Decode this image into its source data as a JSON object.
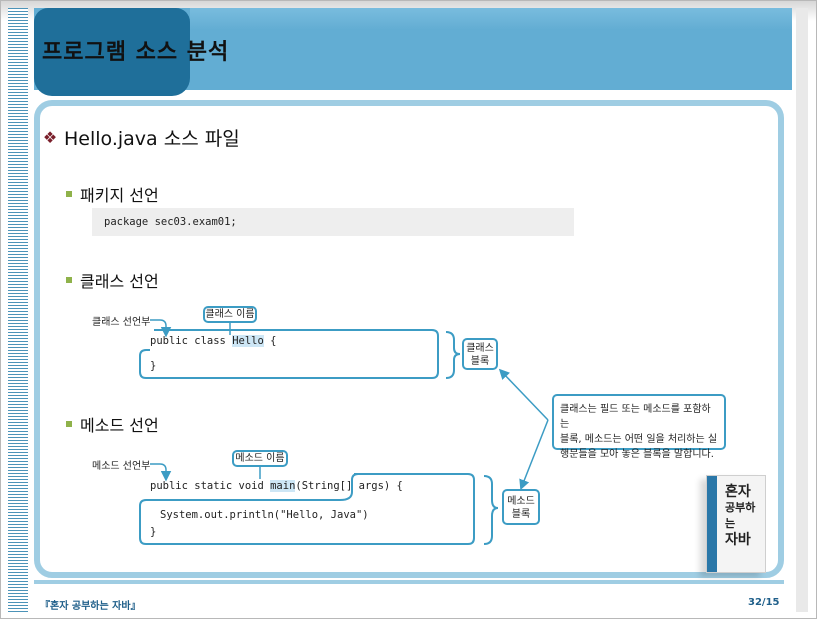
{
  "slide": {
    "title": "프로그램 소스 분석",
    "heading": "Hello.java 소스 파일",
    "sections": {
      "package": {
        "label": "패키지 선언",
        "code": "package sec03.exam01;"
      },
      "class": {
        "label": "클래스 선언",
        "decl_label": "클래스 선언부",
        "name_label": "클래스 이름",
        "block_label_1": "클래스",
        "block_label_2": "블록",
        "code_prefix": "public class ",
        "code_name": "Hello",
        "code_suffix": " {",
        "close": "}"
      },
      "method": {
        "label": "메소드 선언",
        "decl_label": "메소드 선언부",
        "name_label": "메소드 이름",
        "block_label_1": "메소드",
        "block_label_2": "블록",
        "code_prefix": "public static void ",
        "code_name": "main",
        "code_suffix": "(String[] args) {",
        "body": "System.out.println(\"Hello, Java\")",
        "close": "}"
      },
      "note": {
        "line1": "클래스는 필드 또는 메소드를 포함하는",
        "line2": "블록, 메소드는 어떤 일을 처리하는 실",
        "line3": "행문들을 모아 놓은 블록을 말합니다."
      }
    },
    "book": {
      "text1": "혼자",
      "text2": "공부하는",
      "text3": "자바"
    },
    "footer": {
      "left": "『혼자 공부하는 자바』",
      "page": "32/15"
    }
  },
  "colors": {
    "header_dark": "#1f6f9a",
    "header_light": "#62add3",
    "bracket": "#3c9cc4",
    "diamond": "#7a1f2b",
    "square": "#8fb24a"
  }
}
